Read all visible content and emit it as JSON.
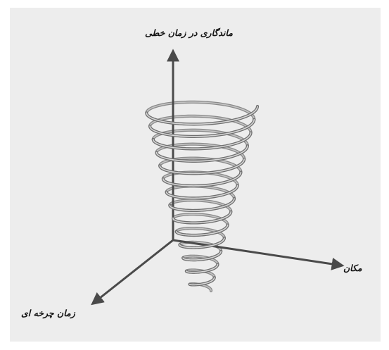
{
  "figure": {
    "background_color": "#ededed",
    "axis_color": "#4a4a4a",
    "spring_color": "#8c8c8c",
    "spring_turns": 14
  },
  "labels": {
    "vertical_axis": "ماندگاری در زمان خطی",
    "right_axis": "مکان",
    "left_axis": "زمان چرخه ای"
  }
}
